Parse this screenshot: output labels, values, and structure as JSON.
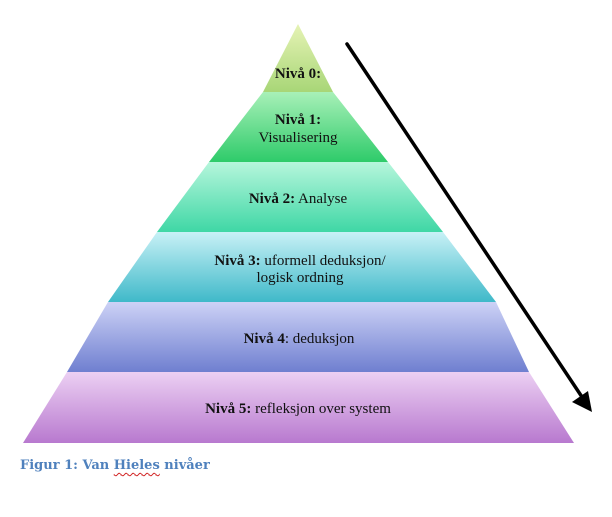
{
  "levels": [
    {
      "bold": "Nivå 0:",
      "rest": "",
      "rest2": ""
    },
    {
      "bold": "Nivå 1:",
      "rest": "Visualisering",
      "rest2": ""
    },
    {
      "bold": "Nivå 2:",
      "rest": " Analyse",
      "rest2": ""
    },
    {
      "bold": "Nivå 3:",
      "rest": " uformell deduksjon/",
      "rest2": "logisk ordning"
    },
    {
      "bold": "Nivå 4",
      "rest": ": deduksjon",
      "rest2": ""
    },
    {
      "bold": "Nivå 5:",
      "rest": " refleksjon over system",
      "rest2": ""
    }
  ],
  "caption": {
    "prefix": "Figur 1: Van ",
    "underlined": "Hieles",
    "suffix": " nivåer"
  },
  "colors": {
    "level0": [
      "#e6f3b5",
      "#a8d677"
    ],
    "level1": [
      "#a8f0b8",
      "#2ecb6a"
    ],
    "level2": [
      "#b6f6dc",
      "#3fd7a5"
    ],
    "level3": [
      "#c8f1f6",
      "#3fb9c9"
    ],
    "level4": [
      "#cdd2f6",
      "#6f7fd0"
    ],
    "level5": [
      "#ecd0f3",
      "#b879cf"
    ],
    "caption": "#4f81bd",
    "arrow": "#000000"
  }
}
